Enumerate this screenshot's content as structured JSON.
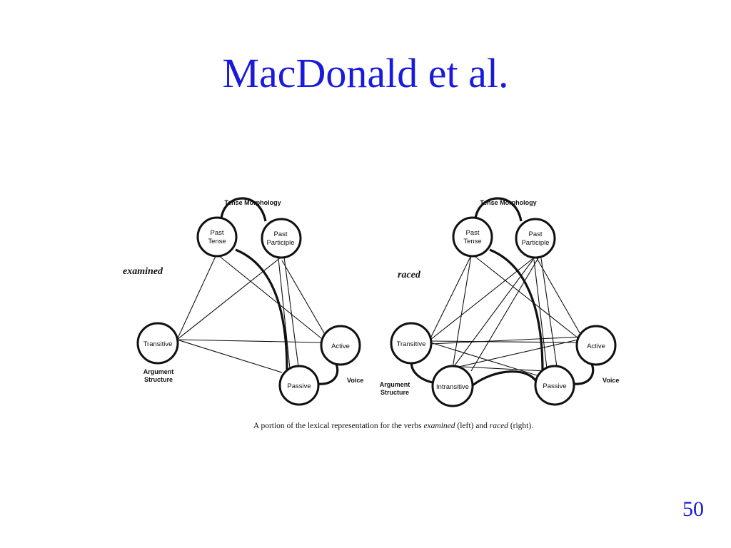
{
  "slide": {
    "title": "MacDonald et al.",
    "page_number": "50"
  },
  "figure": {
    "caption_parts": [
      "A portion of the lexical representation for the verbs ",
      "examined",
      " (left) and ",
      "raced",
      " (right)."
    ],
    "left": {
      "verb": "examined",
      "group_tense": "Tense Morphology",
      "group_argument_1": "Argument",
      "group_argument_2": "Structure",
      "group_voice": "Voice",
      "nodes": {
        "past_tense_1": "Past",
        "past_tense_2": "Tense",
        "past_participle_1": "Past",
        "past_participle_2": "Participle",
        "transitive": "Transitive",
        "active": "Active",
        "passive": "Passive"
      }
    },
    "right": {
      "verb": "raced",
      "group_tense": "Tense Morphology",
      "group_argument_1": "Argument",
      "group_argument_2": "Structure",
      "group_voice": "Voice",
      "nodes": {
        "past_tense_1": "Past",
        "past_tense_2": "Tense",
        "past_participle_1": "Past",
        "past_participle_2": "Participle",
        "transitive": "Transitive",
        "intransitive": "Intransitive",
        "active": "Active",
        "passive": "Passive"
      }
    }
  }
}
